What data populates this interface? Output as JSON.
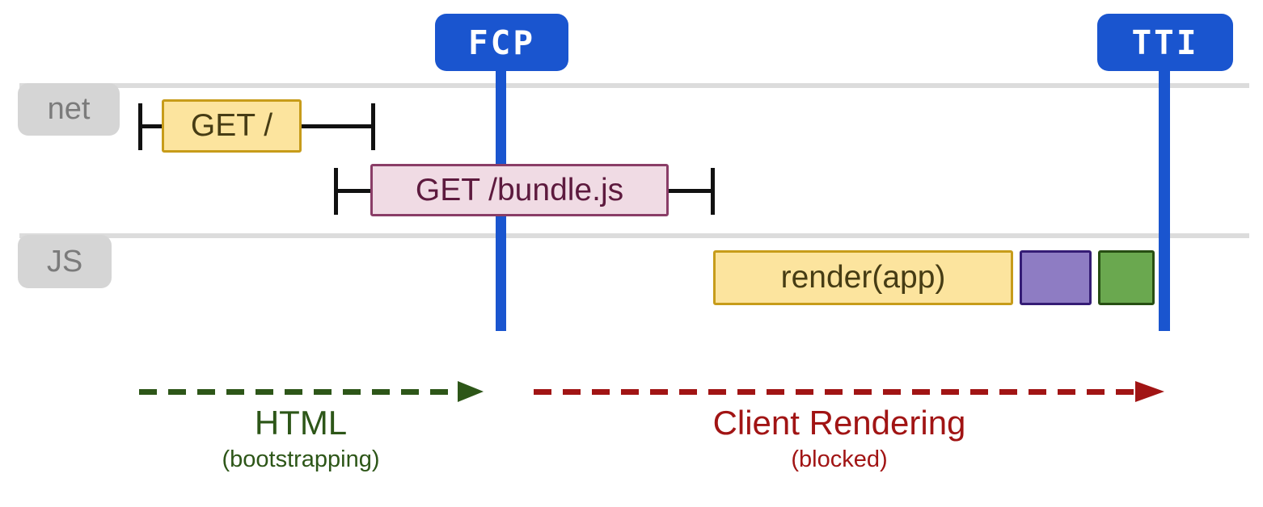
{
  "badges": {
    "fcp": "FCP",
    "tti": "TTI"
  },
  "lanes": {
    "net": "net",
    "js": "JS"
  },
  "tasks": {
    "get_root": "GET /",
    "get_bundle": "GET /bundle.js",
    "render_app": "render(app)"
  },
  "phases": {
    "html": {
      "title": "HTML",
      "subtitle": "(bootstrapping)"
    },
    "client": {
      "title": "Client Rendering",
      "subtitle": "(blocked)"
    }
  },
  "colors": {
    "blue": "#1a55cf",
    "laneGray": "#dcdcdc",
    "labelBg": "#d5d5d5",
    "labelText": "#7b7b7b",
    "yellowFill": "#fce49e",
    "yellowBorder": "#c79c1a",
    "yellowText": "#463c14",
    "pinkFill": "#f0dbe4",
    "pinkBorder": "#8a3d67",
    "pinkText": "#5d1a3e",
    "purpleFill": "#8e7cc3",
    "purpleBorder": "#351c75",
    "greenFill": "#6aa84f",
    "greenBorder": "#274e13",
    "arrowGreen": "#2d5618",
    "arrowRed": "#a11414",
    "tick": "#111111",
    "white": "#ffffff"
  }
}
